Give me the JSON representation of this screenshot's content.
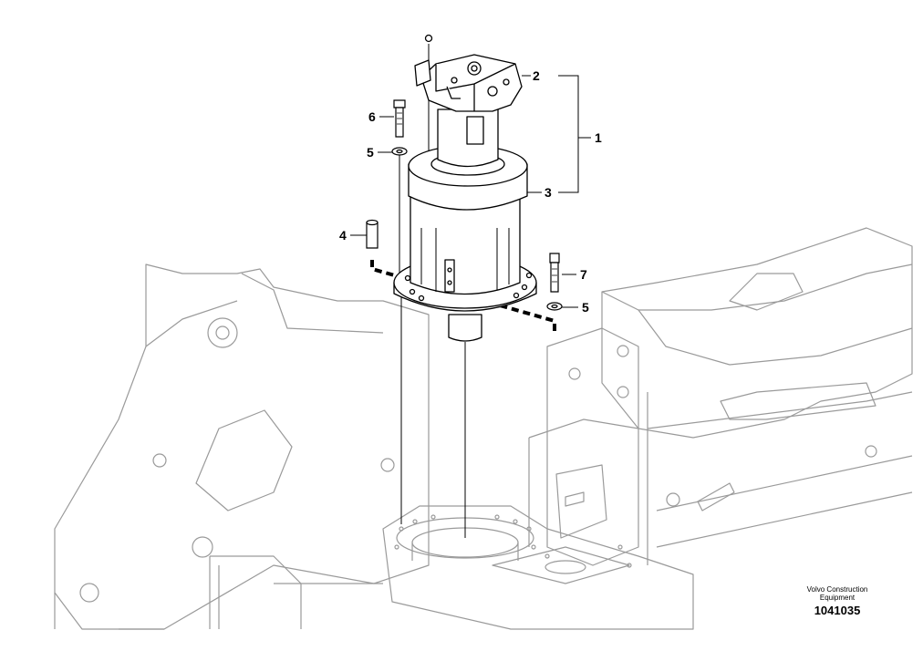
{
  "callouts": {
    "c1": "1",
    "c2": "2",
    "c3": "3",
    "c4": "4",
    "c5a": "5",
    "c5b": "5",
    "c6": "6",
    "c7": "7"
  },
  "footer": {
    "brand_line1": "Volvo Construction",
    "brand_line2": "Equipment",
    "doc_number": "1041035"
  }
}
